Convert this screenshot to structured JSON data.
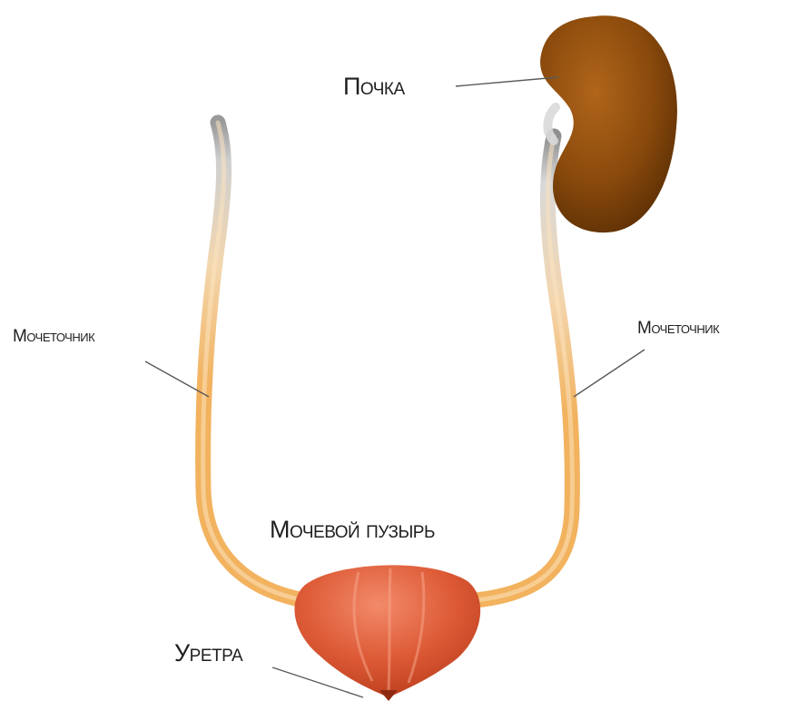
{
  "labels": {
    "kidney": "Почка",
    "ureter_left": "Мочеточник",
    "ureter_right": "Мочеточник",
    "bladder": "Мочевой пузырь",
    "urethra": "Уретра"
  },
  "colors": {
    "kidney": "#8a4a0c",
    "ureter": "#f2b25e",
    "bladder": "#d9502f",
    "text": "#1f1f1f",
    "leader": "#5a5a5a"
  }
}
